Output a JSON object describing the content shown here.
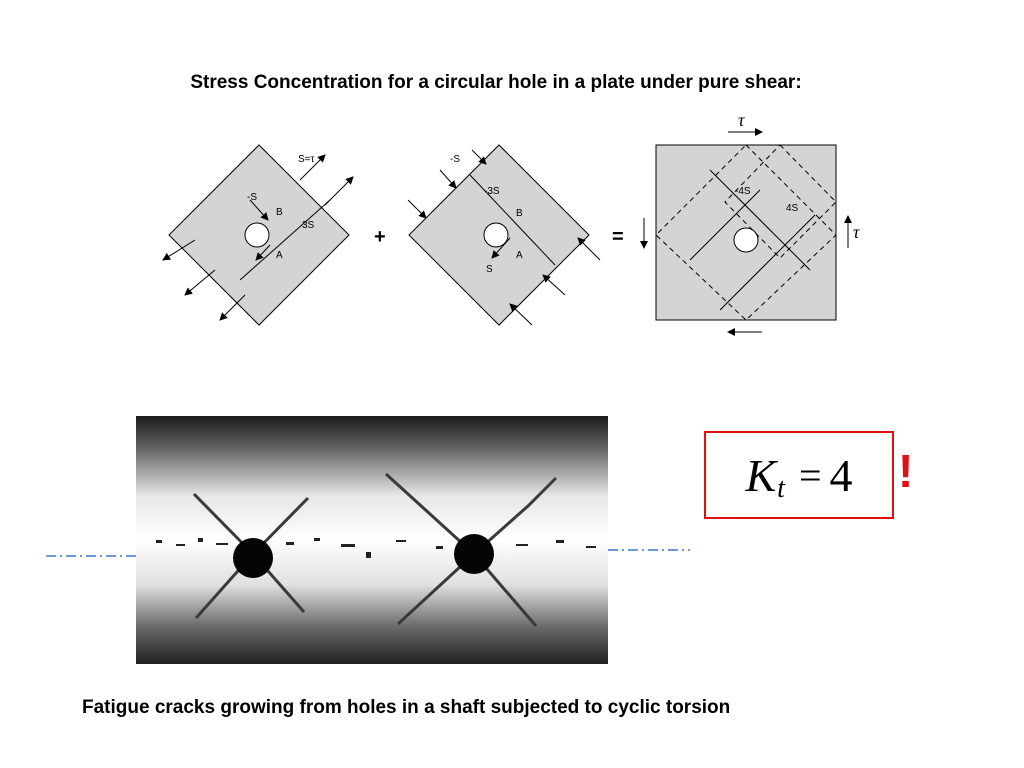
{
  "slide": {
    "title": "Stress Concentration for a circular hole in a plate under pure shear:",
    "caption": "Fatigue cracks growing from holes in a shaft subjected to cyclic torsion"
  },
  "diagram": {
    "panel1": {
      "s_eq": "S=τ",
      "minus_s": "-S",
      "b": "B",
      "three_s": "3S",
      "a": "A"
    },
    "panel2": {
      "minus_s": "-S",
      "minus_3s": "-3S",
      "b": "B",
      "a": "A",
      "s": "S"
    },
    "panel3": {
      "minus_4s": "-4S",
      "four_s": "4S",
      "tau_top": "τ",
      "tau_right": "τ"
    },
    "plus": "+",
    "equals": "="
  },
  "formula": {
    "k": "K",
    "subscript": "t",
    "equals": "=",
    "value": "4",
    "exclamation": "!"
  },
  "colors": {
    "accent": "#e01010",
    "plate_fill": "#d4d4d4",
    "dash_line": "#3a78c8"
  }
}
